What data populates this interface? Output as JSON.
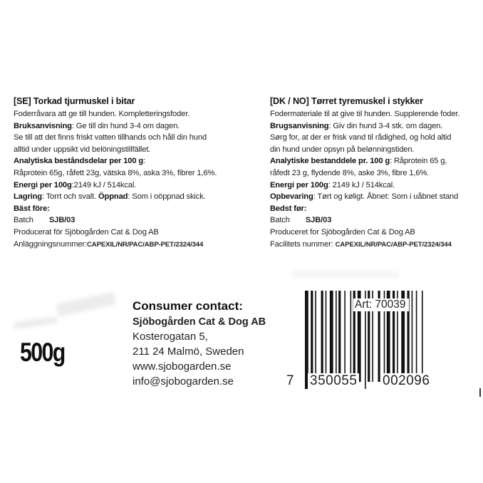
{
  "se": {
    "header": "[SE]  Torkad tjurmuskel  i bitar",
    "line1": "Foderråvara att ge till hunden. Kompletteringsfoder.",
    "usage_label": "Bruksanvisning",
    "usage_text": ": Ge till din hund 3-4 om dagen.",
    "line3": "Se till att det finns friskt vatten tillhands och håll din hund",
    "line4": "alltid under uppsikt vid belöningstillfället.",
    "analysis_label": "Analytiska beståndsdelar per 100 g",
    "analysis_colon": ":",
    "analysis_text": "Råprotein 65g, råfett 23g,  vätska 8%, aska 3%, fibrer 1,6%.",
    "energy_label": "Energi per 100g",
    "energy_text": ":2149 kJ  / 514kcal.",
    "storage_label": "Lagring",
    "storage_text": ": Torrt och svalt. ",
    "opened_label": "Öppnad",
    "opened_text": ": Som i oöppnad skick.",
    "best_before": "Bäst före:",
    "batch_label": "Batch",
    "batch_code": "SJB/03",
    "producer": "Producerat för Sjöbogården Cat & Dog AB",
    "facility_label": "Anläggningsnummer:",
    "facility_code": "CAPEXIL/NR/PAC/ABP-PET/2324/344"
  },
  "dk": {
    "header": "[DK / NO]  Tørret tyremuskel i stykker",
    "line1": "Fodermateriale til at give til hunden. Supplerende foder.",
    "usage_label": "Brugsanvisning",
    "usage_text": ": Giv din hund 3-4 stk. om dagen.",
    "line3": "Sørg for, at der er frisk vand til rådighed, og hold altid",
    "line4": "din hund under opsyn på belønningstiden.",
    "analysis_label": "Analytiske bestanddele pr. 100 g",
    "analysis_text": ": Råprotein 65 g,",
    "analysis_text2": "råfedt 23 g, flydende 8%, aske 3%, fibre 1,6%.",
    "energy_label": "Energi per 100g",
    "energy_text": ": 2149 kJ / 514kcal.",
    "storage_label": "Opbevaring",
    "storage_text": ": Tørt og køligt. Åbnet: Som i uåbnet stand",
    "best_before": "Bedst før:",
    "batch_label": "Batch",
    "batch_code": "SJB/03",
    "producer": "Produceret for Sjöbogården Cat & Dog AB",
    "facility_label": "Facilitets nummer:",
    "facility_code": "CAPEXIL/NR/PAC/ABP-PET/2324/344"
  },
  "weight": "500g",
  "contact": {
    "title": "Consumer contact:",
    "company": "Sjöbogården Cat & Dog AB",
    "street": "Kosterogatan 5,",
    "city": "211 24 Malmö, Sweden",
    "web": "www.sjobogarden.se",
    "email": "info@sjobogarden.se"
  },
  "barcode": {
    "article": "Art: 70039",
    "digit_first": "7",
    "group_left": "350055",
    "group_right": "002096"
  }
}
